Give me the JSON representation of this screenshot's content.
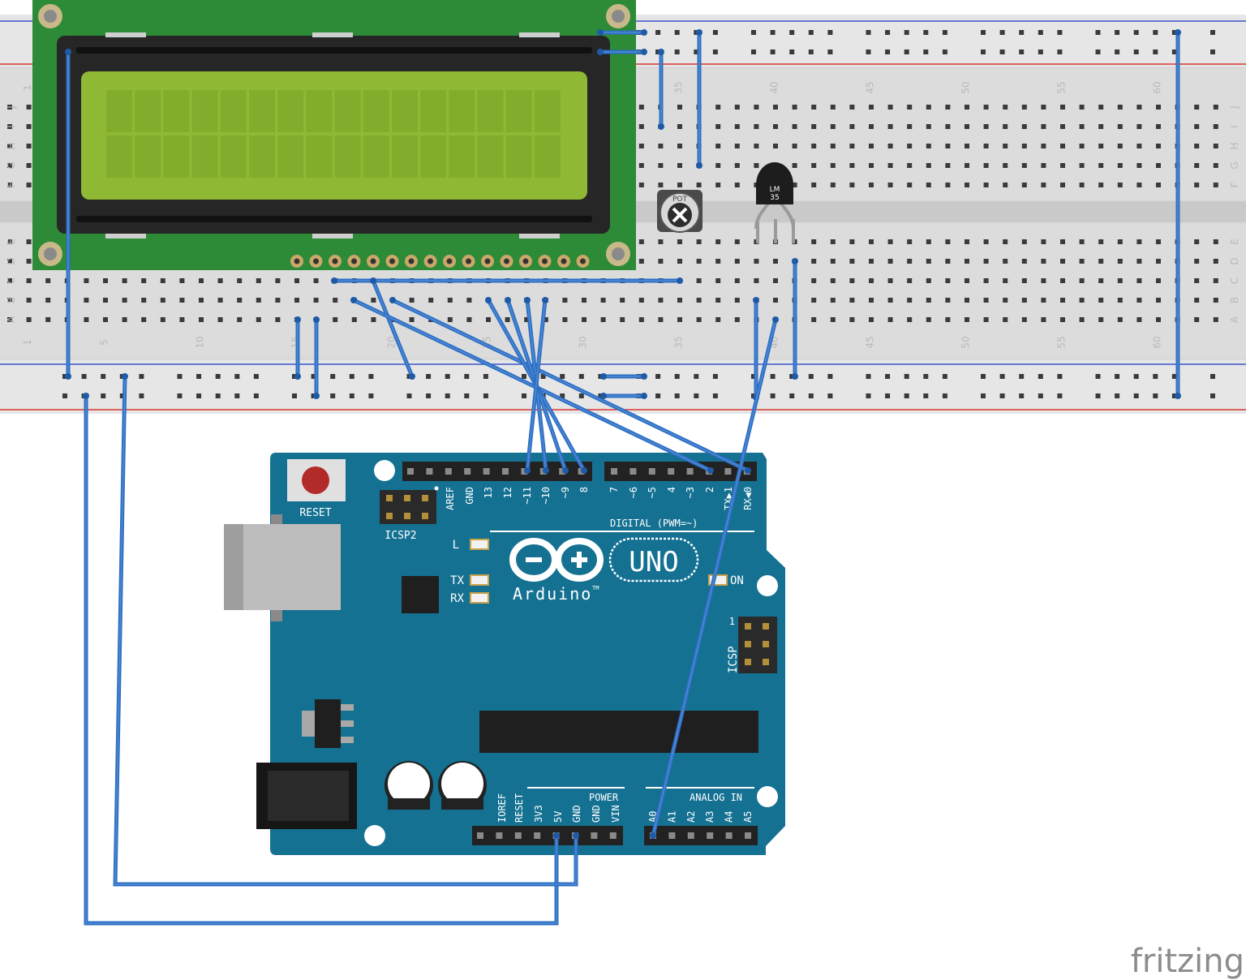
{
  "breadboard": {
    "row_letters_top": [
      "J",
      "I",
      "H",
      "G",
      "F"
    ],
    "row_letters_bottom": [
      "E",
      "D",
      "C",
      "B",
      "A"
    ],
    "column_numbers": [
      "1",
      "5",
      "10",
      "15",
      "20",
      "25",
      "30",
      "35",
      "40",
      "45",
      "50",
      "55",
      "60"
    ]
  },
  "lcd": {
    "type": "16x2 LCD"
  },
  "potentiometer": {
    "label": "POT"
  },
  "sensor": {
    "label_line1": "LM",
    "label_line2": "35"
  },
  "arduino": {
    "reset_label": "RESET",
    "icsp2_label": "ICSP2",
    "icsp_label": "ICSP",
    "icsp_pin1": "1",
    "led_l": "L",
    "led_tx": "TX",
    "led_rx": "RX",
    "on_label": "ON",
    "brand": "Arduino",
    "tm": "TM",
    "model": "UNO",
    "digital_label": "DIGITAL (PWM=~)",
    "power_label": "POWER",
    "analog_label": "ANALOG IN",
    "digital_pins": [
      "AREF",
      "GND",
      "13",
      "12",
      "~11",
      "~10",
      "~9",
      "8",
      "7",
      "~6",
      "~5",
      "4",
      "~3",
      "2",
      "TX▶1",
      "RX◀0"
    ],
    "power_pins": [
      "IOREF",
      "RESET",
      "3V3",
      "5V",
      "GND",
      "GND",
      "VIN"
    ],
    "analog_pins": [
      "A0",
      "A1",
      "A2",
      "A3",
      "A4",
      "A5"
    ]
  },
  "watermark": "fritzing",
  "colors": {
    "wire": "#2f6fc2",
    "board": "#147192",
    "lcd_pcb": "#2d8a36",
    "lcd_screen": "#8fb935",
    "rail_positive": "#d9352f",
    "rail_negative": "#3a55c8"
  }
}
